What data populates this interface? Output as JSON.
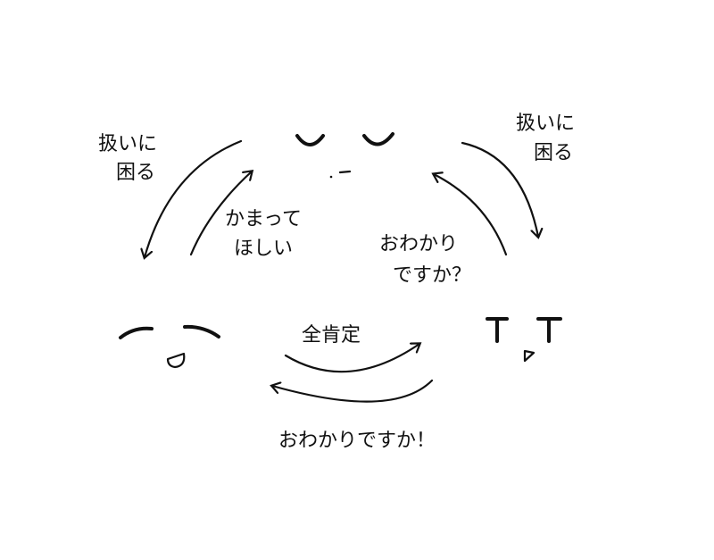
{
  "labels": {
    "top_left": [
      "扱いに",
      "困る"
    ],
    "top_right": [
      "扱いに",
      "困る"
    ],
    "inner_left": [
      "かまって",
      "ほしい"
    ],
    "inner_right": [
      "おわかり",
      "ですか？"
    ],
    "bottom_top": "全肯定",
    "bottom_bottom": "おわかりですか！"
  },
  "faces": {
    "top": "sleepy-face",
    "left": "smiling-face",
    "right": "crying-face"
  }
}
